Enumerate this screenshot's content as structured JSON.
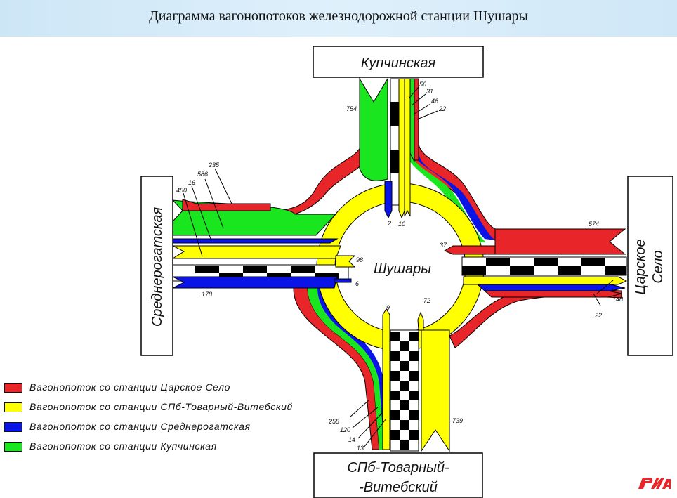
{
  "title": "Диаграмма вагонопотоков железнодорожной станции Шушары",
  "nodes": {
    "kupchinskaya": "Купчинская",
    "srednerogatskaya": "Среднерогатская",
    "tsarskoe_line1": "Царское",
    "tsarskoe_line2": "Село",
    "spb_line1": "СПб-Товарный-",
    "spb_line2": "-Витебский",
    "center": "Шушары"
  },
  "flow_labels": {
    "n754": "754",
    "n56": "56",
    "n31": "31",
    "n46": "46",
    "n22top": "22",
    "n2": "2",
    "n10": "10",
    "n235": "235",
    "n586": "586",
    "n16": "16",
    "n450": "450",
    "n178": "178",
    "n98": "98",
    "n6": "6",
    "n37": "37",
    "n574": "574",
    "n148": "148",
    "n22right": "22",
    "n9": "9",
    "n72": "72",
    "n258": "258",
    "n120": "120",
    "n14": "14",
    "n13": "13",
    "n739": "739"
  },
  "legend": [
    {
      "color": "#e8262a",
      "label": "Вагонопоток со станции Царское Село"
    },
    {
      "color": "#ffff00",
      "label": "Вагонопоток со станции СПб-Товарный-Витебский"
    },
    {
      "color": "#0a14e6",
      "label": "Вагонопоток со станции Среднерогатская"
    },
    {
      "color": "#19e61e",
      "label": "Вагонопоток со станции Купчинская"
    }
  ],
  "colors": {
    "red": "#e8262a",
    "yellow": "#ffff00",
    "blue": "#0a14e6",
    "green": "#19e61e",
    "header": "#d4ebf8"
  },
  "logo": "РЖД"
}
